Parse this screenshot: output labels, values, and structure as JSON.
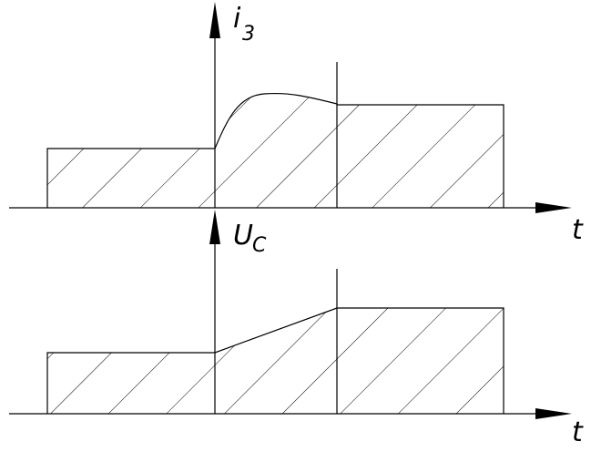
{
  "labels": {
    "top_y": "i",
    "top_y_sub": "3",
    "top_x": "t",
    "bottom_y": "U",
    "bottom_y_sub": "C",
    "bottom_x": "t"
  }
}
